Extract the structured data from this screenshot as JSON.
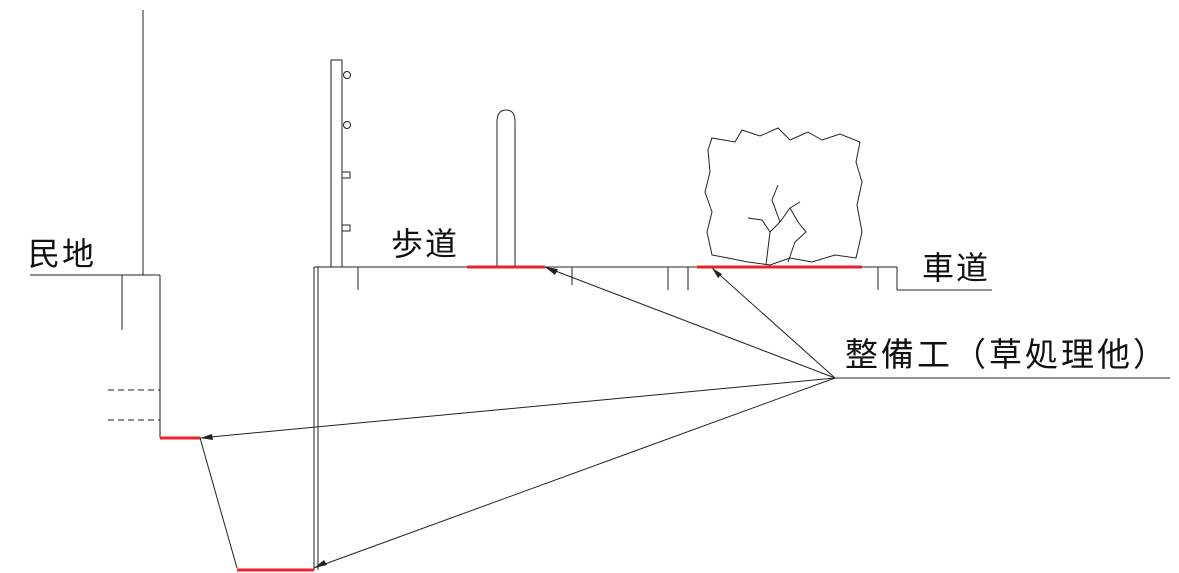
{
  "labels": {
    "private_land": "民地",
    "sidewalk": "歩道",
    "roadway": "車道",
    "maintenance_work": "整備工（草処理他）"
  },
  "colors": {
    "line": "#222222",
    "highlight": "#e8232a",
    "background": "#ffffff"
  },
  "icons": [
    "utility-pole",
    "bollard",
    "tree"
  ]
}
